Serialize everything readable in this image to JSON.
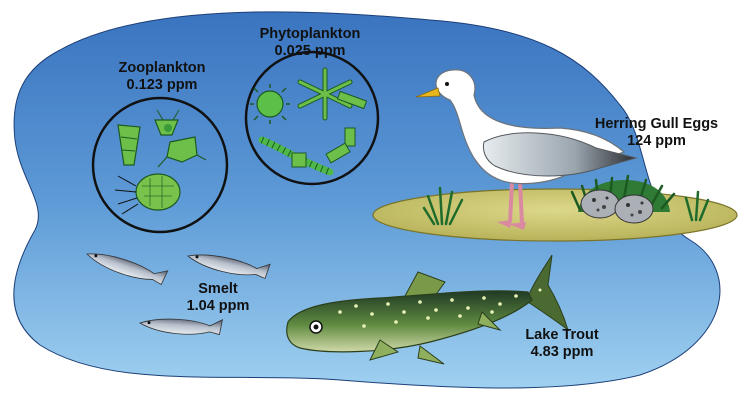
{
  "organisms": {
    "zooplankton": {
      "name": "Zooplankton",
      "concentration": "0.123 ppm"
    },
    "phytoplankton": {
      "name": "Phytoplankton",
      "concentration": "0.025 ppm"
    },
    "herring_gull_eggs": {
      "name": "Herring Gull Eggs",
      "concentration": "124 ppm"
    },
    "smelt": {
      "name": "Smelt",
      "concentration": "1.04 ppm"
    },
    "lake_trout": {
      "name": "Lake Trout",
      "concentration": "4.83 ppm"
    }
  },
  "colors": {
    "water_top": "#3a78c4",
    "water_bottom": "#8cc4ec",
    "island": "#c9c66a",
    "plankton_green": "#4db848",
    "trout_body": "#5d7e3a"
  }
}
